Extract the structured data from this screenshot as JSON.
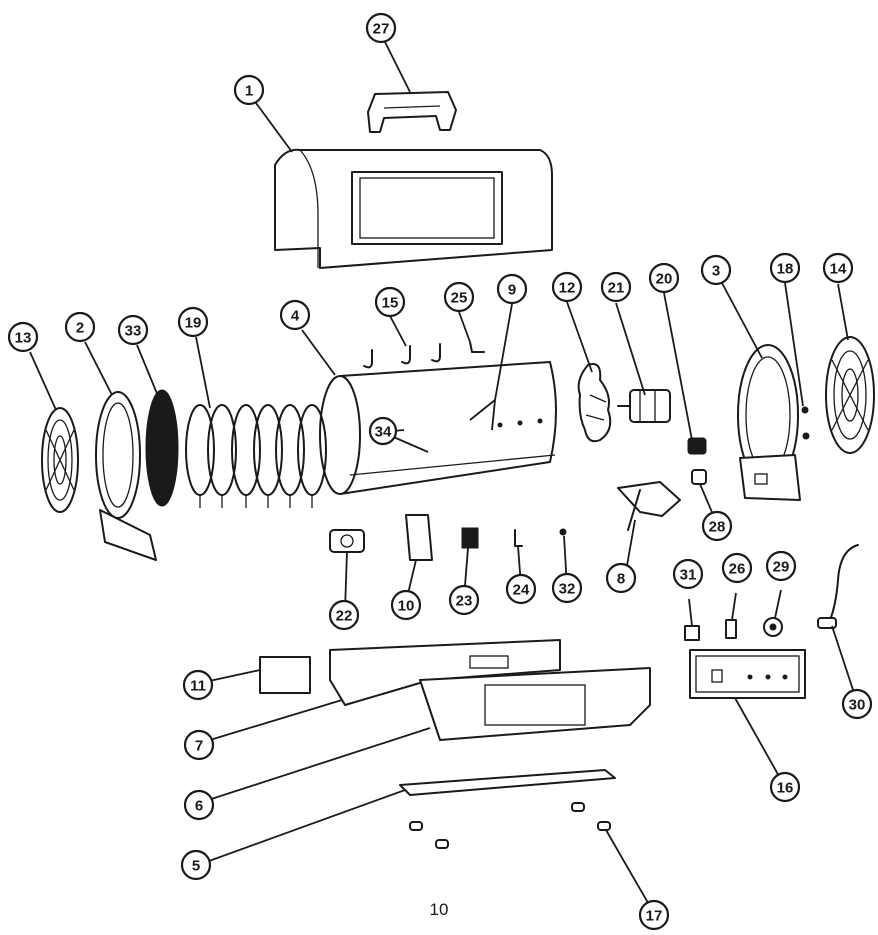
{
  "page": {
    "number": "10"
  },
  "callouts": [
    "27",
    "1",
    "15",
    "25",
    "9",
    "12",
    "21",
    "20",
    "3",
    "18",
    "14",
    "13",
    "2",
    "33",
    "19",
    "4",
    "34",
    "22",
    "10",
    "23",
    "24",
    "32",
    "8",
    "28",
    "31",
    "26",
    "29",
    "30",
    "11",
    "7",
    "6",
    "16",
    "5",
    "17"
  ]
}
